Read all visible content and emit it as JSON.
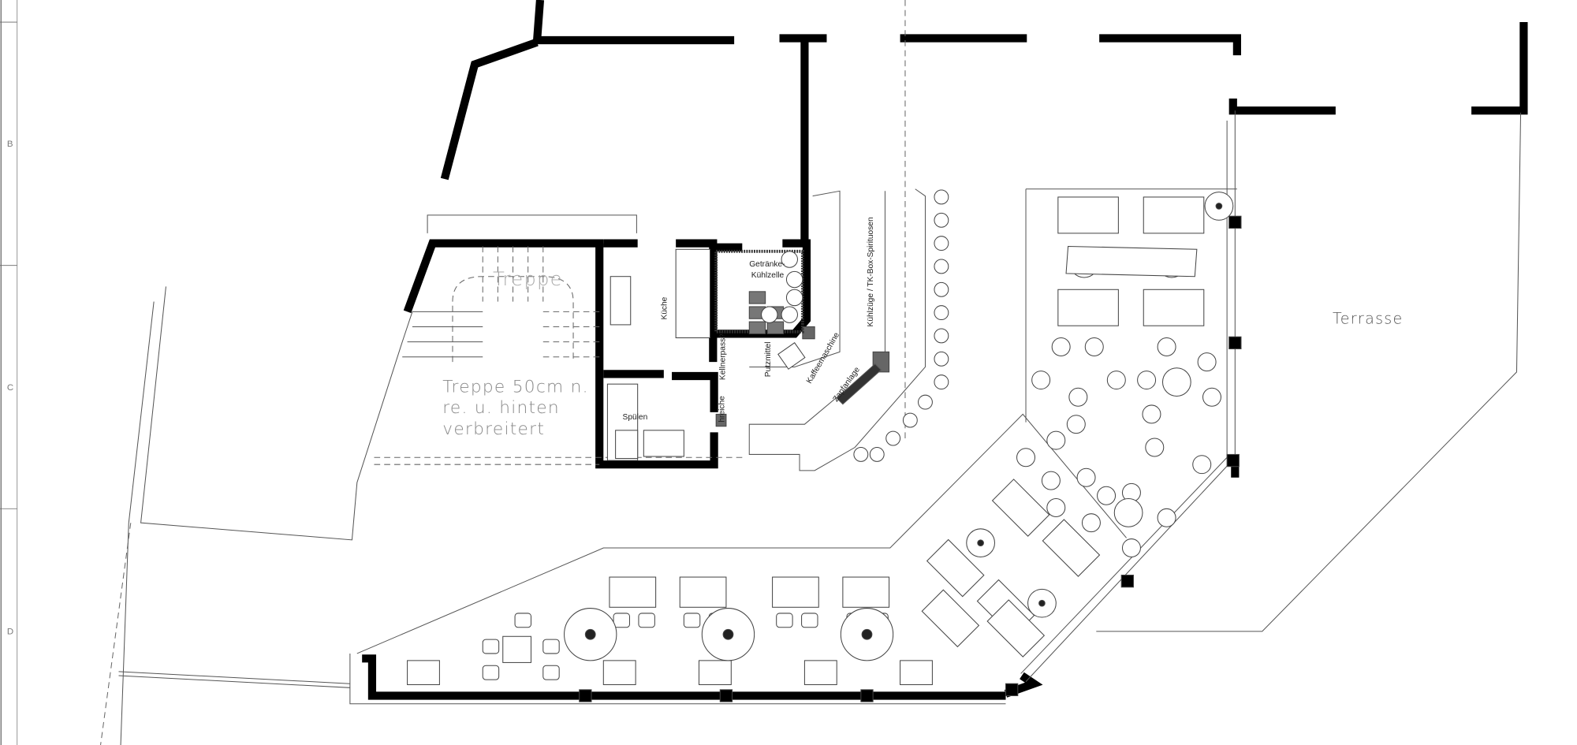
{
  "grid_rows": [
    "B",
    "C",
    "D"
  ],
  "rooms": {
    "stairs": "Treppe",
    "stairs_note": [
      "Treppe 50cm n.",
      "re. u. hinten",
      "verbreitert"
    ],
    "kitchen": "Küche",
    "cold_room": [
      "Getränke-",
      "Kühlzelle"
    ],
    "waiter_pass": "Kellnerpass?!",
    "cleaning": "Putzmittel",
    "coffee": "Kaffeemaschine",
    "coolers": "Kühlzüge / TK-Box-Spirituosen",
    "tap": "Zapfanlage",
    "dishwash": "Spülen",
    "hatch": "hreiche",
    "terrace": "Terrasse"
  },
  "colors": {
    "wall": "#000000",
    "line": "#555555",
    "label_gray": "#888888",
    "column": "#666666"
  }
}
